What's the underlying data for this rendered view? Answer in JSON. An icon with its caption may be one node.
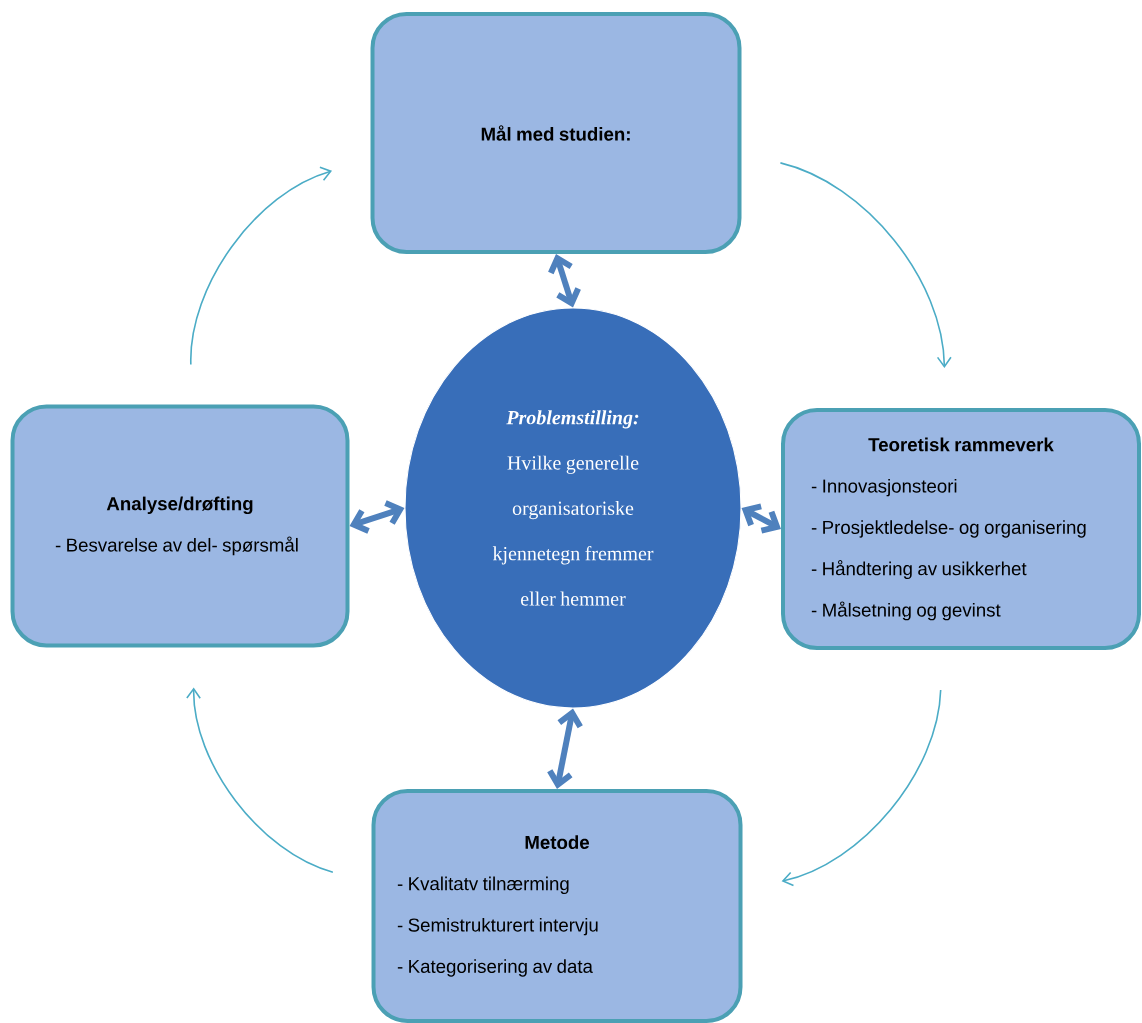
{
  "diagram": {
    "nodes": [
      {
        "text": [
          "Mål med studien:"
        ]
      },
      {
        "text": [
          "Analyse/drøfting",
          "- Besvarelse av del- spørsmål"
        ]
      },
      {
        "text": [
          "Problemstilling:",
          "Hvilke generelle organisatoriske kjennetegn fremmer eller hemmer"
        ]
      },
      {
        "text": [
          "Teoretisk rammeverk",
          "- Innovasjonsteori",
          "- Prosjektledelse- og organisering",
          "- Håndtering av usikkerhet",
          "- Målsetning og gevinst"
        ]
      },
      {
        "text": [
          "Metode",
          "- Kvalitatv tilnærming",
          "- Semistrukturert intervju",
          "- Kategorisering av data"
        ]
      }
    ],
    "edges": [
      {
        "from": 2,
        "to": 0,
        "arrow": "both",
        "style": "thick"
      },
      {
        "from": 2,
        "to": 1,
        "arrow": "both",
        "style": "thick"
      },
      {
        "from": 2,
        "to": 3,
        "arrow": "both",
        "style": "thick"
      },
      {
        "from": 2,
        "to": 4,
        "arrow": "both",
        "style": "thick"
      },
      {
        "from": 0,
        "to": 3,
        "arrow": "to",
        "color": "#4bacc6"
      },
      {
        "from": 3,
        "to": 4,
        "arrow": "to",
        "color": "#4bacc6"
      },
      {
        "from": 4,
        "to": 1,
        "arrow": "to",
        "color": "#4bacc6"
      },
      {
        "from": 1,
        "to": 0,
        "arrow": "to",
        "color": "#4bacc6"
      }
    ]
  }
}
